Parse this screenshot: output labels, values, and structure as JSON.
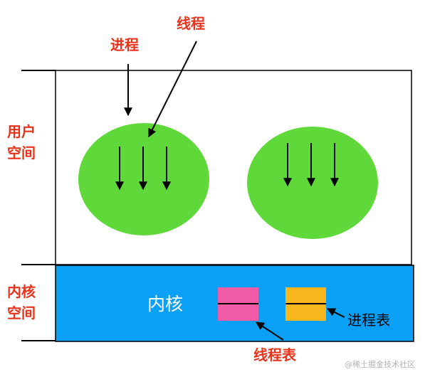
{
  "labels": {
    "process": "进程",
    "thread": "线程",
    "user_space_line1": "用户",
    "user_space_line2": "空间",
    "kernel_space_line1": "内核",
    "kernel_space_line2": "空间",
    "kernel": "内核",
    "process_table": "进程表",
    "thread_table": "线程表",
    "watermark": "@稀土掘金技术社区"
  },
  "colors": {
    "label_red": "#e8331c",
    "process_green": "#5fd83a",
    "kernel_blue": "#0aa0f5",
    "thread_table_pink": "#ef5ba5",
    "process_table_orange": "#f6b61c",
    "line_black": "#000000",
    "watermark_gray": "#b3b3b3"
  },
  "processes": [
    {
      "threads": 3
    },
    {
      "threads": 3
    }
  ]
}
